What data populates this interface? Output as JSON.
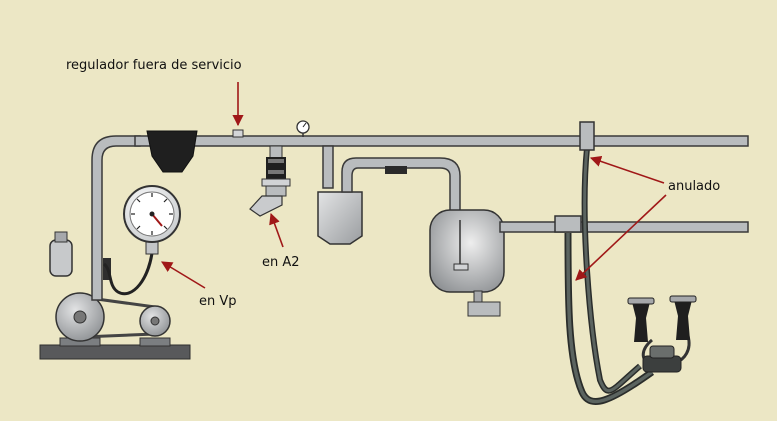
{
  "labels": {
    "regulator": "regulador fuera de servicio",
    "vp": "en Vp",
    "a2": "en A2",
    "bypass": "anulado"
  },
  "colors": {
    "background": "#ece7c5",
    "pipe": "#b9bcbe",
    "outline": "#3a3a3a",
    "arrow": "#a01818",
    "hose": "#4a524c",
    "base": "#58595b"
  }
}
